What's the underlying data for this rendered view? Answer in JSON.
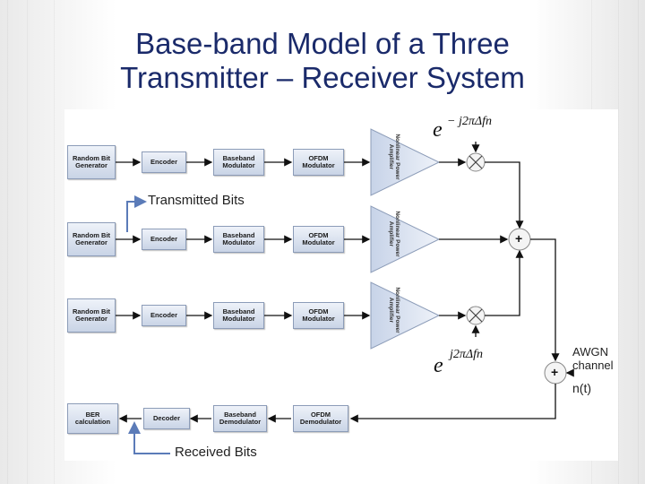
{
  "title": {
    "line1": "Base-band Model of a Three",
    "line2": "Transmitter – Receiver System"
  },
  "blocks": {
    "random_bit_generator": "Random Bit Generator",
    "encoder": "Encoder",
    "baseband_modulator": "Baseband Modulator",
    "ofdm_modulator": "OFDM Modulator",
    "nonlinear_power_amplifier": "Nonlinear Power Amplifier",
    "ber_calculation": "BER calculation",
    "decoder": "Decoder",
    "baseband_demodulator": "Baseband Demodulator",
    "ofdm_demodulator": "OFDM Demodulator"
  },
  "labels": {
    "transmitted_bits": "Transmitted Bits",
    "received_bits": "Received Bits",
    "awgn_channel": "AWGN channel",
    "noise": "n(t)",
    "plus": "+"
  },
  "math": {
    "phase_neg_base": "e",
    "phase_neg_exp": "− j2πΔfn",
    "phase_pos_base": "e",
    "phase_pos_exp": "j2πΔfn"
  },
  "colors": {
    "title": "#1a2a6a",
    "arrow_blue": "#5b7bb8",
    "block_fill_top": "#eef2f9",
    "block_fill_bottom": "#c9d4e6"
  }
}
